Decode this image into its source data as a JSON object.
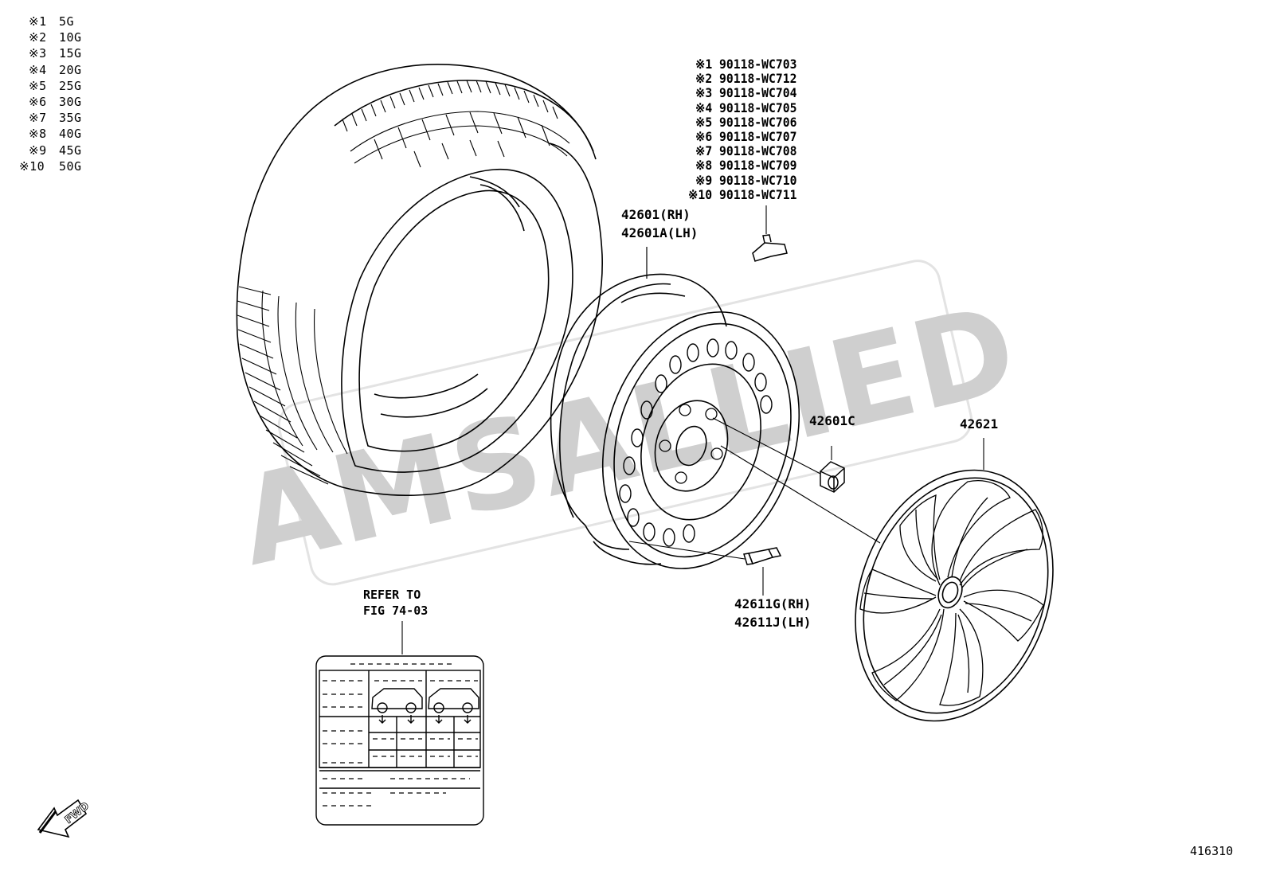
{
  "weights_legend": [
    {
      "mark": "※1",
      "value": "5G"
    },
    {
      "mark": "※2",
      "value": "10G"
    },
    {
      "mark": "※3",
      "value": "15G"
    },
    {
      "mark": "※4",
      "value": "20G"
    },
    {
      "mark": "※5",
      "value": "25G"
    },
    {
      "mark": "※6",
      "value": "30G"
    },
    {
      "mark": "※7",
      "value": "35G"
    },
    {
      "mark": "※8",
      "value": "40G"
    },
    {
      "mark": "※9",
      "value": "45G"
    },
    {
      "mark": "※10",
      "value": "50G"
    }
  ],
  "weight_part_numbers": [
    {
      "mark": "※1",
      "part": "90118-WC703"
    },
    {
      "mark": "※2",
      "part": "90118-WC712"
    },
    {
      "mark": "※3",
      "part": "90118-WC704"
    },
    {
      "mark": "※4",
      "part": "90118-WC705"
    },
    {
      "mark": "※5",
      "part": "90118-WC706"
    },
    {
      "mark": "※6",
      "part": "90118-WC707"
    },
    {
      "mark": "※7",
      "part": "90118-WC708"
    },
    {
      "mark": "※8",
      "part": "90118-WC709"
    },
    {
      "mark": "※9",
      "part": "90118-WC710"
    },
    {
      "mark": "※10",
      "part": "90118-WC711"
    }
  ],
  "callouts": {
    "wheel_rh": "42601(RH)",
    "wheel_lh": "42601A(LH)",
    "hub_nut": "42601C",
    "wheel_cover": "42621",
    "valve_rh": "42611G(RH)",
    "valve_lh": "42611J(LH)",
    "refer_line1": "REFER TO",
    "refer_line2": "FIG 74-03"
  },
  "fwd_label": "FWD",
  "watermark": "AMSALLIED",
  "drawing_number": "416310"
}
